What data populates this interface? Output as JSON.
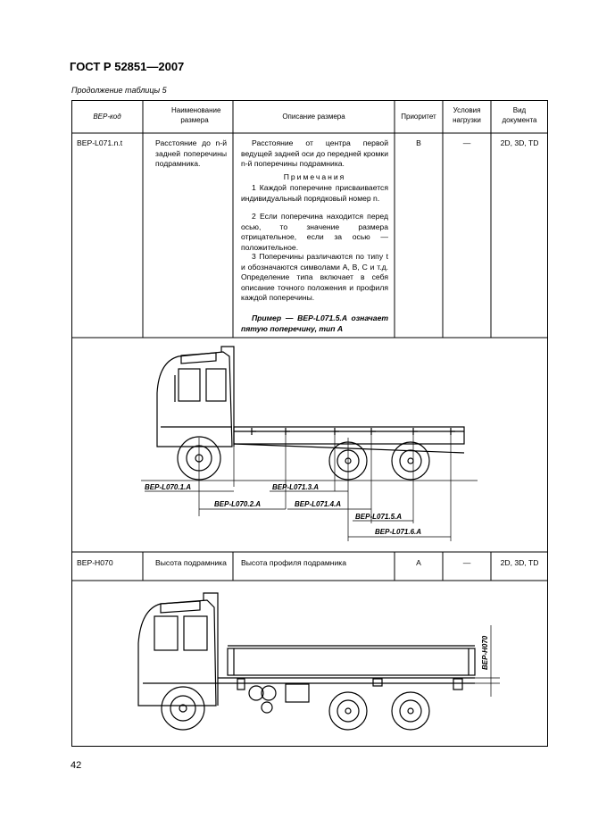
{
  "header": {
    "standard_title": "ГОСТ Р 52851—2007",
    "continuation": "Продолжение таблицы 5"
  },
  "table": {
    "columns": {
      "code": "BEP-код",
      "name": "Наименование размера",
      "description": "Описание размера",
      "priority": "Приоритет",
      "load": "Условия нагрузки",
      "doc": "Вид документа"
    },
    "rows": [
      {
        "code": "BEP-L071.n.t",
        "name": "Расстояние до n-й задней поперечины подрамника.",
        "description": "Расстояние от центра первой ведущей задней оси до передней кромки n-й поперечины подрамника.",
        "notes_heading": "Примечания",
        "notes": [
          "1 Каждой поперечине присваивается индивидуальный порядковый номер n.",
          "2 Если поперечина находится перед осью, то значение размера отрицательное, если за осью — положительное.",
          "3 Поперечины различаются по типу t и обозначаются символами A, B, C и т.д. Определение типа включает в себя описание точного положения и профиля каждой поперечины."
        ],
        "example": "Пример — BEP-L071.5.A означает пятую поперечину, тип А",
        "priority": "B",
        "load": "—",
        "doc": "2D, 3D, TD"
      },
      {
        "code": "BEP-H070",
        "name": "Высота подрамника",
        "description": "Высота профиля подрамника",
        "priority": "A",
        "load": "—",
        "doc": "2D, 3D, TD"
      }
    ]
  },
  "drawing1": {
    "labels": [
      "BEP-L070.1.A",
      "BEP-L070.2.A",
      "BEP-L071.3.A",
      "BEP-L071.4.A",
      "BEP-L071.5.A",
      "BEP-L071.6.A"
    ]
  },
  "drawing2": {
    "labels": [
      "BEP-H070"
    ]
  },
  "footer": {
    "page_number": "42"
  }
}
